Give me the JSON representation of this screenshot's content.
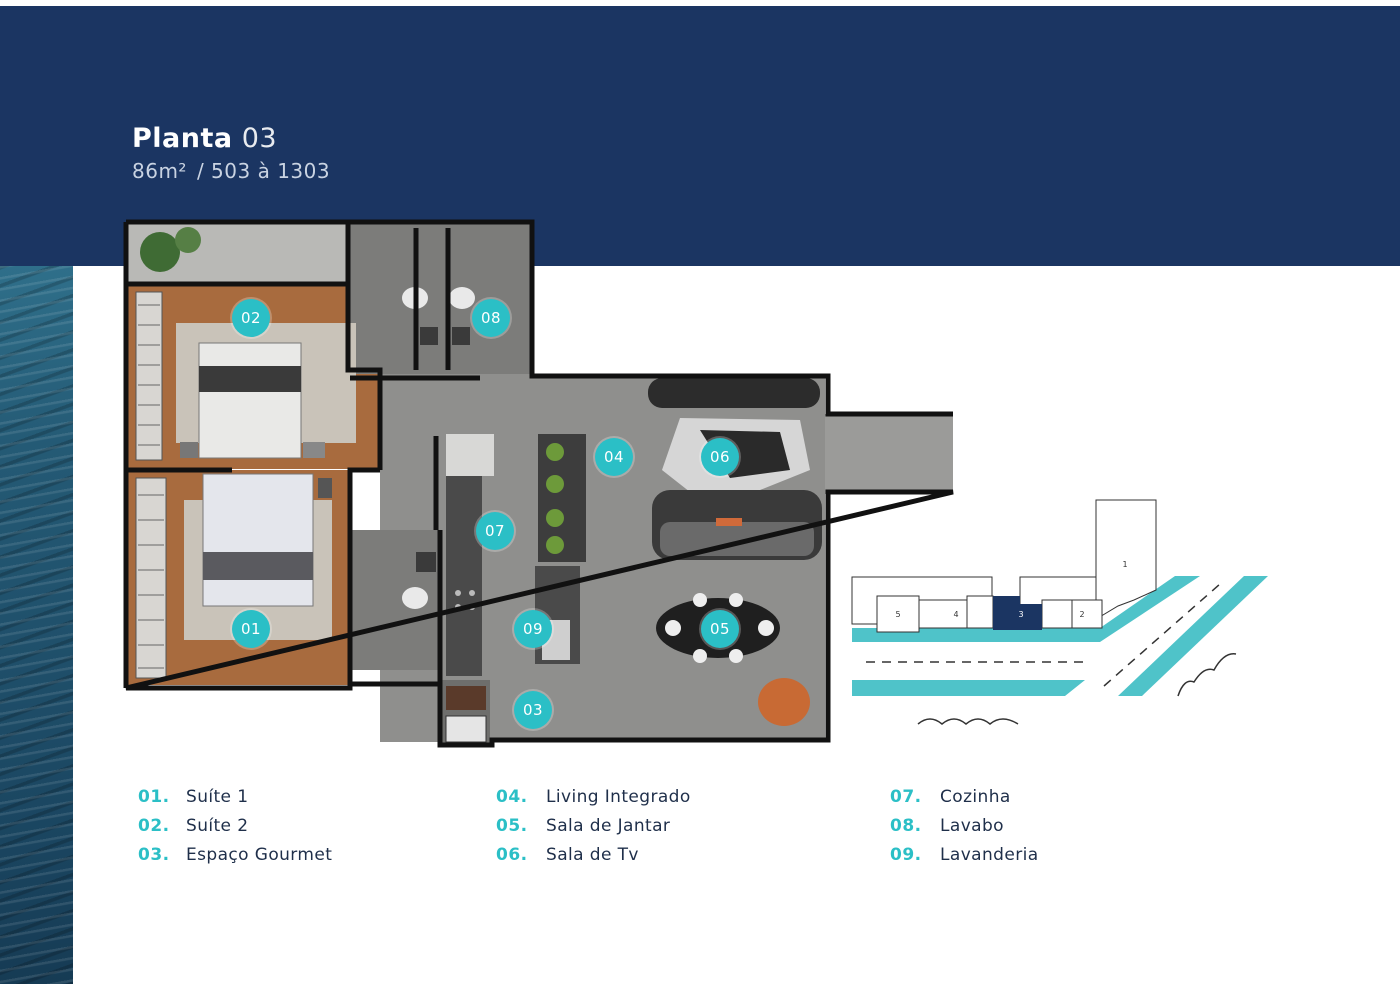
{
  "header": {
    "title_strong": "Planta",
    "title_number": "03",
    "area": "86m²",
    "units": "/ 503 à 1303"
  },
  "colors": {
    "navy": "#1b3562",
    "accent": "#2bbfc6",
    "highlight_unit": "#1b3562"
  },
  "markers": [
    "01",
    "02",
    "03",
    "04",
    "05",
    "06",
    "07",
    "08",
    "09"
  ],
  "legend": {
    "col1": [
      {
        "num": "01.",
        "label": "Suíte 1"
      },
      {
        "num": "02.",
        "label": "Suíte 2"
      },
      {
        "num": "03.",
        "label": "Espaço Gourmet"
      }
    ],
    "col2": [
      {
        "num": "04.",
        "label": "Living Integrado"
      },
      {
        "num": "05.",
        "label": "Sala de Jantar"
      },
      {
        "num": "06.",
        "label": "Sala de Tv"
      }
    ],
    "col3": [
      {
        "num": "07.",
        "label": "Cozinha"
      },
      {
        "num": "08.",
        "label": "Lavabo"
      },
      {
        "num": "09.",
        "label": "Lavanderia"
      }
    ]
  },
  "keymap": {
    "units": [
      "1",
      "2",
      "3",
      "4",
      "5"
    ],
    "highlighted": "3"
  }
}
